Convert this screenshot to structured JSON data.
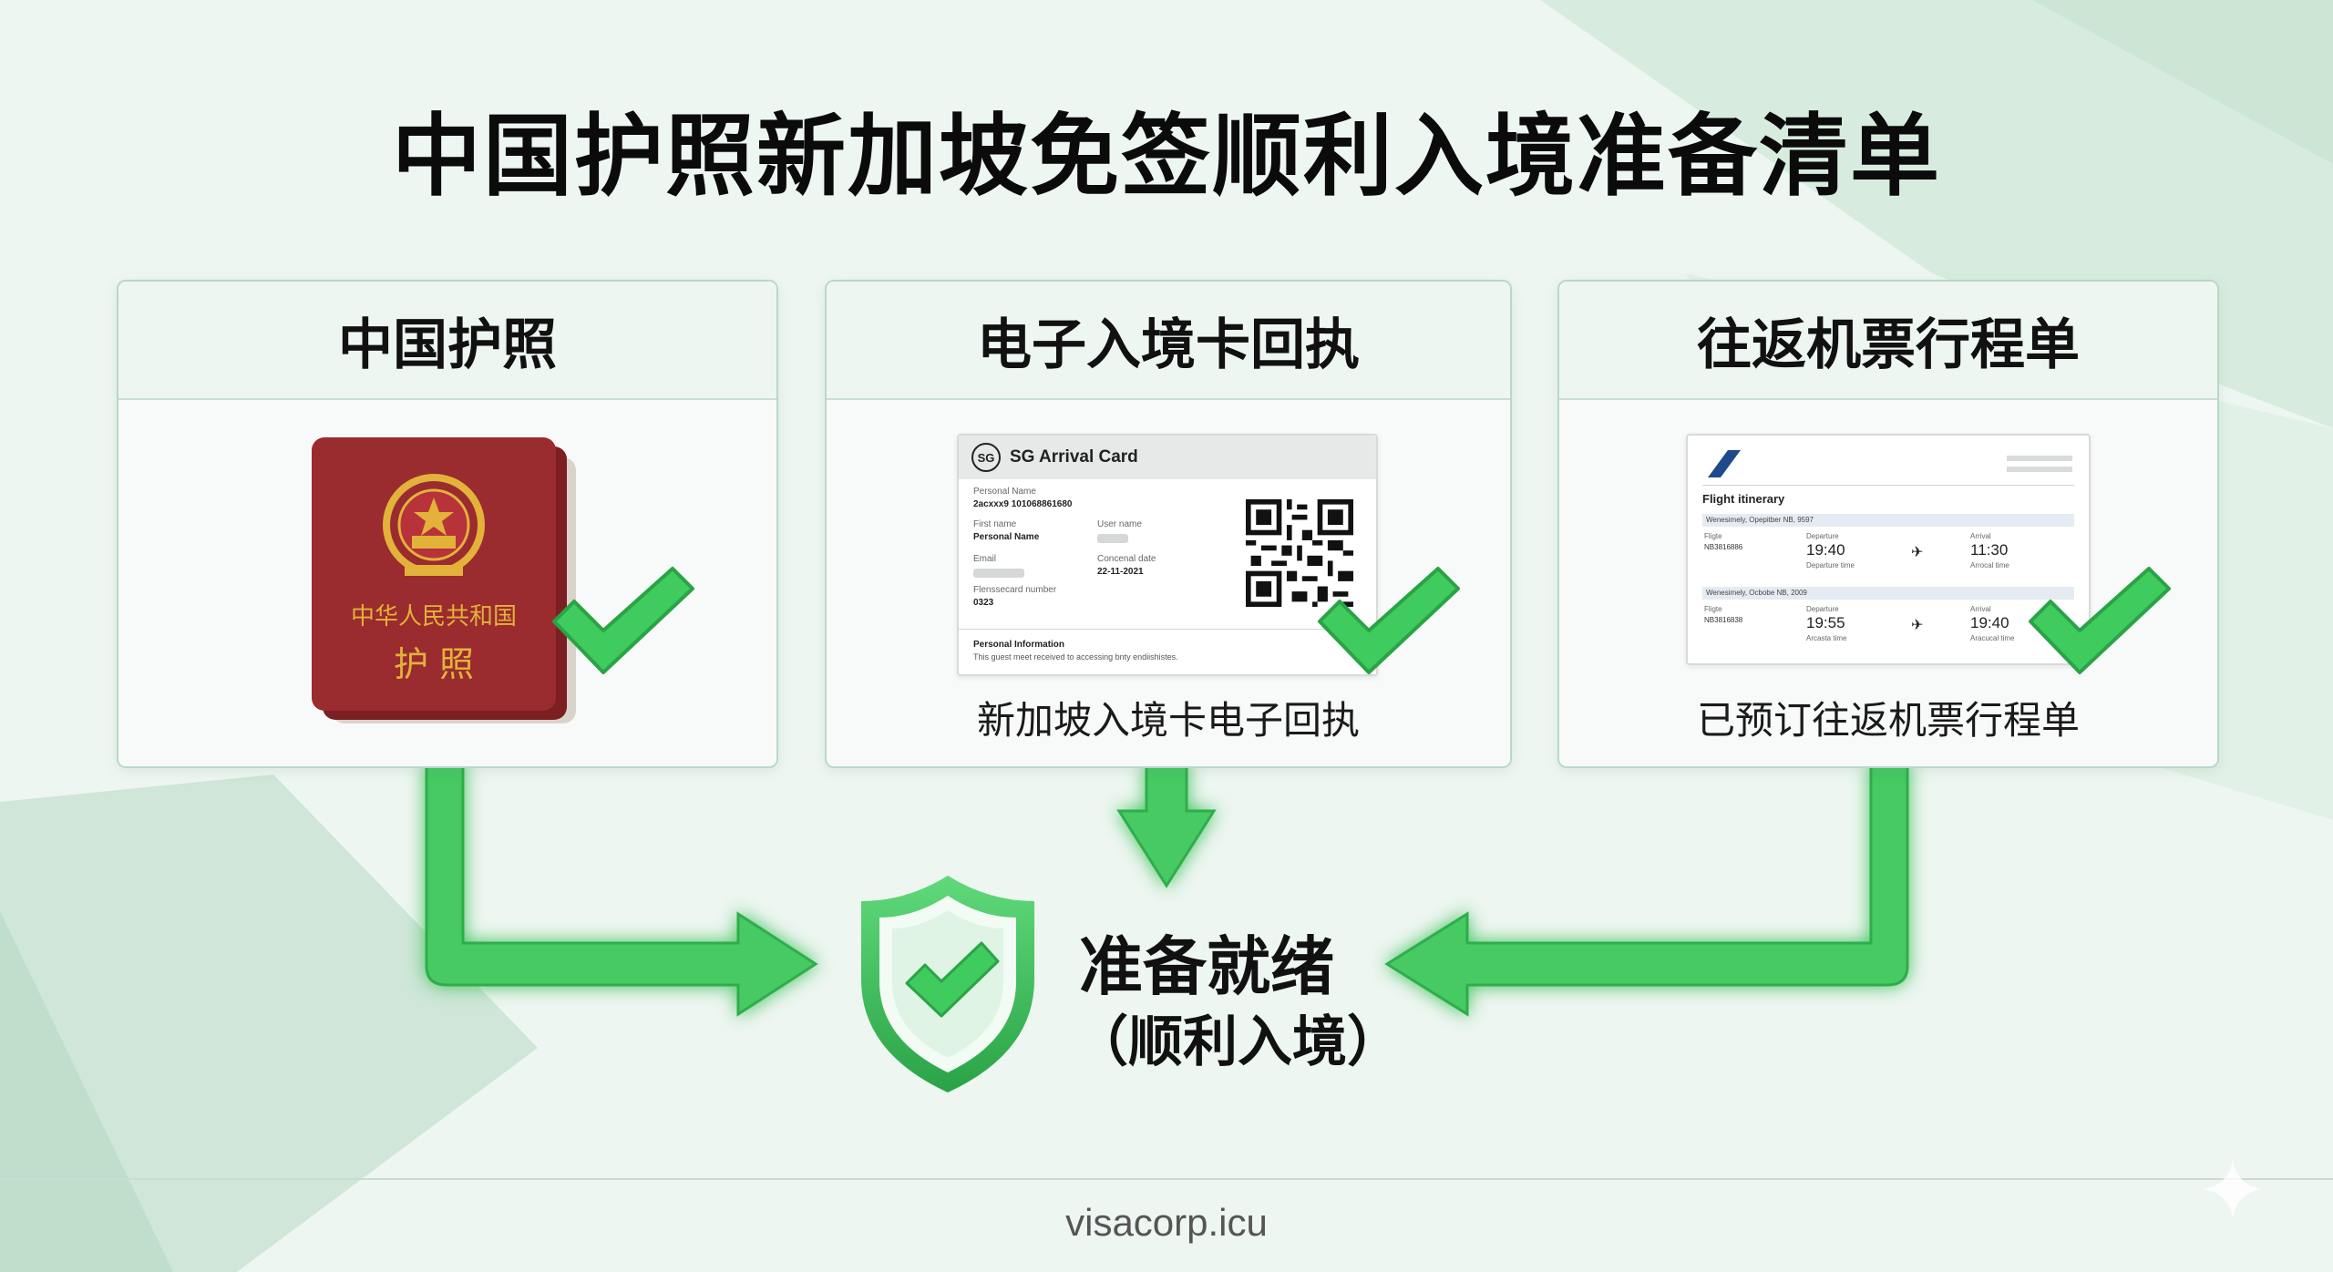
{
  "title": "中国护照新加坡免签顺利入境准备清单",
  "cards": [
    {
      "header": "中国护照",
      "caption": ""
    },
    {
      "header": "电子入境卡回执",
      "caption": "新加坡入境卡电子回执"
    },
    {
      "header": "往返机票行程单",
      "caption": "已预订往返机票行程单"
    }
  ],
  "passport": {
    "line1": "中华人民共和国",
    "line2": "护 照"
  },
  "arrival_card": {
    "title": "SG Arrival Card",
    "logo": "SG",
    "fields": [
      {
        "label": "Personal Name",
        "value": "2acxxx9 101068861680"
      },
      {
        "label": "First name",
        "value": "Personal Name"
      },
      {
        "label": "User name",
        "value": ""
      },
      {
        "label": "Email",
        "value": ""
      },
      {
        "label": "Concenal date",
        "value": "22-11-2021"
      },
      {
        "label": "Flenssecard number",
        "value": "0323"
      }
    ],
    "section": "Personal Information",
    "section_text": "This guest meet received to accessing bnty endiishistes."
  },
  "itinerary": {
    "title": "Flight itinerary",
    "leg1": {
      "band": "Wenesimely, Opepitber NB, 9597",
      "flight_label": "Fligte",
      "flight_no": "NB3816886",
      "dep_label": "Departure",
      "dep_time": "19:40",
      "dep_sub": "Departure time",
      "arr_label": "Arrival",
      "arr_time": "11:30",
      "arr_sub": "Arrocal time"
    },
    "leg2": {
      "band": "Wenesimely, Ocbobe NB, 2009",
      "flight_label": "Fligte",
      "flight_no": "NB3816838",
      "dep_label": "Departure",
      "dep_time": "19:55",
      "dep_sub": "Arcasta time",
      "arr_label": "Arrival",
      "arr_time": "19:40",
      "arr_sub": "Aracucal time"
    },
    "plane_glyph": "✈"
  },
  "center": {
    "title": "准备就绪",
    "subtitle": "（顺利入境）"
  },
  "footer": "visacorp.icu",
  "colors": {
    "green": "#3fcb5d",
    "green_dark": "#2aa347",
    "passport_red": "#9a2b2f",
    "gold": "#e2b23a"
  },
  "icons": [
    "check-icon",
    "shield-check-icon",
    "qr-code-icon",
    "airline-logo-icon",
    "plane-icon",
    "sparkle-icon"
  ]
}
